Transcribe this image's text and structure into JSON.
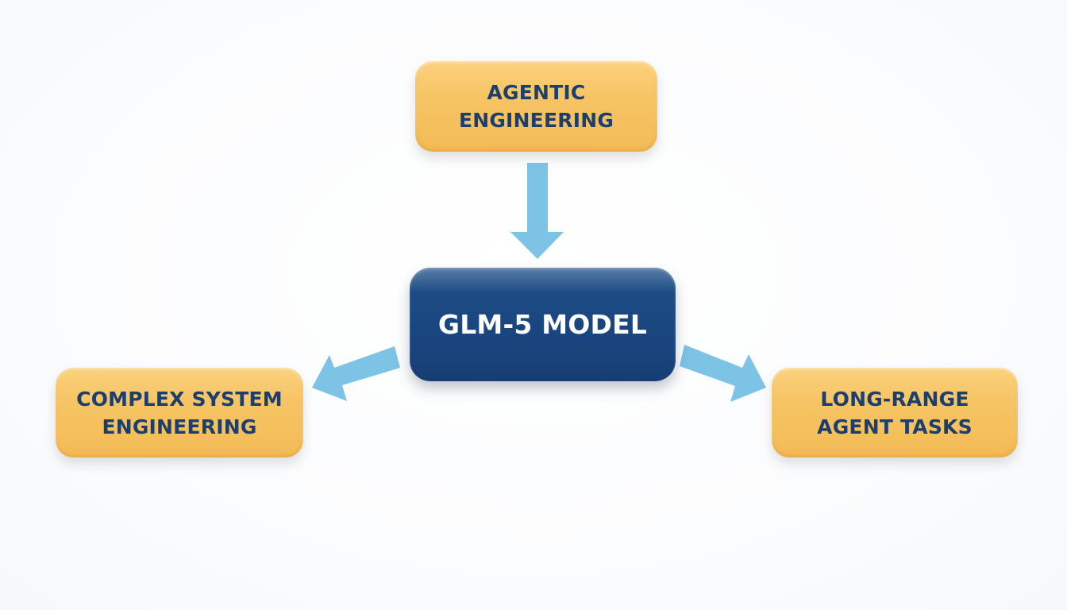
{
  "diagram": {
    "type": "hub-and-spoke flow",
    "colors": {
      "center_fill": "#1a4680",
      "center_text": "#ffffff",
      "node_fill": "#f7c566",
      "node_text": "#1c3f6e",
      "arrow": "#7cc3e6",
      "background": "#fcfdfe"
    },
    "center": {
      "id": "glm5",
      "label": "GLM-5 MODEL"
    },
    "nodes": [
      {
        "id": "agentic",
        "lines": [
          "AGENTIC",
          "ENGINEERING"
        ]
      },
      {
        "id": "complex",
        "lines": [
          "COMPLEX SYSTEM",
          "ENGINEERING"
        ]
      },
      {
        "id": "longrange",
        "lines": [
          "LONG-RANGE",
          "AGENT TASKS"
        ]
      }
    ],
    "edges": [
      {
        "from": "agentic",
        "to": "glm5",
        "direction": "down"
      },
      {
        "from": "glm5",
        "to": "complex",
        "direction": "down-left"
      },
      {
        "from": "glm5",
        "to": "longrange",
        "direction": "down-right"
      }
    ]
  }
}
